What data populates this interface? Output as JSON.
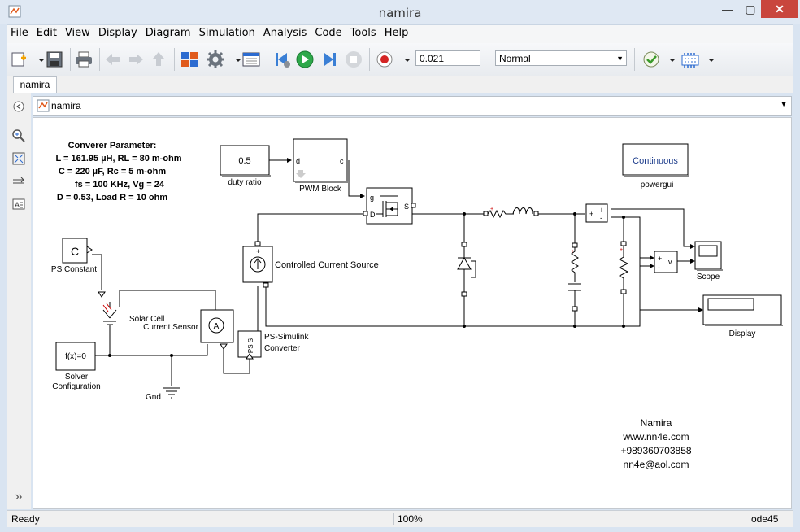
{
  "window": {
    "title": "namira",
    "minimize": "—",
    "maximize": "▢",
    "close": "✕"
  },
  "menu": [
    "File",
    "Edit",
    "View",
    "Display",
    "Diagram",
    "Simulation",
    "Analysis",
    "Code",
    "Tools",
    "Help"
  ],
  "toolbar": {
    "stop_time": "0.021",
    "sim_mode": "Normal",
    "dropdown_arrow": "▼"
  },
  "tab": {
    "label": "namira"
  },
  "address": {
    "path": "namira",
    "dropdown": "▼"
  },
  "left_strip": {
    "expand": "»"
  },
  "diagram": {
    "params_title": "Converer Parameter:",
    "params": [
      "L = 161.95 µH, RL = 80 m-ohm",
      "C = 220 µF, Rc = 5 m-ohm",
      "fs = 100 KHz, Vg = 24",
      "D = 0.53, Load R = 10 ohm"
    ],
    "duty_value": "0.5",
    "duty_label": "duty ratio",
    "pwm_label": "PWM Block",
    "pwm_d": "d",
    "pwm_c": "c",
    "powergui_text": "Continuous",
    "powergui_label": "powergui",
    "ps_constant_symbol": "C",
    "ps_constant_label": "PS Constant",
    "solar_label": "Solar Cell",
    "current_sensor_label": "Current Sensor",
    "ccs_label": "Controlled Current Source",
    "ps_sim_label1": "PS-Simulink",
    "ps_sim_label2": "Converter",
    "ps_sim_text": "PS S",
    "solver_text": "f(x)=0",
    "solver_label1": "Solver",
    "solver_label2": "Configuration",
    "gnd_label": "Gnd",
    "scope_label": "Scope",
    "display_label": "Display",
    "mosfet_g": "g",
    "mosfet_d": "D",
    "mosfet_s": "S",
    "vm_plus": "+",
    "vm_v": "v",
    "vm_minus": "-",
    "im_plus": "+",
    "im_i": "i",
    "im_minus": "-",
    "contact": [
      "Namira",
      "www.nn4e.com",
      "+989360703858",
      "nn4e@aol.com"
    ]
  },
  "status": {
    "left": "Ready",
    "zoom": "100%",
    "solver": "ode45"
  }
}
